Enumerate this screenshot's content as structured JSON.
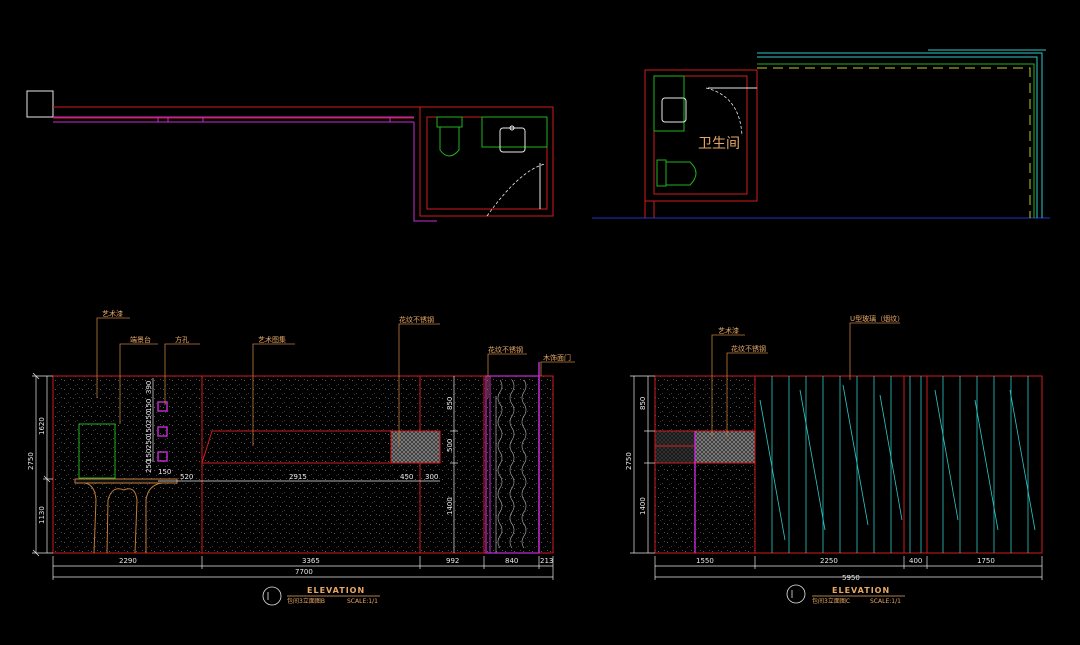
{
  "colors": {
    "background": "#000000",
    "wall_red": "#d01c1c",
    "fixture_green": "#1fb51f",
    "frame_magenta": "#c72bd6",
    "glass_cyan": "#2fc7c7",
    "baseline_blue": "#2035c8",
    "dashed_yellow": "#c8c81e",
    "dimension_white": "#e8e8e8",
    "label_orange": "#e8a865",
    "leader_brown": "#c07c3c",
    "hatch_gray": "#9a9a9a"
  },
  "plan_right": {
    "room_label": "卫生间"
  },
  "elevation_b": {
    "labels": {
      "art_paint": "艺术漆",
      "console": "端景台",
      "square_hole": "方孔",
      "art_pattern": "艺术图集",
      "pattern_steel_1": "花纹不锈钢",
      "pattern_steel_2": "花纹不锈钢",
      "wood_door": "木饰面门"
    },
    "dims_bottom": [
      "2290",
      "3365",
      "992",
      "840",
      "213"
    ],
    "dim_total": "7700",
    "dims_left": [
      "2750",
      "1620",
      "1130"
    ],
    "dims_holes": [
      "390",
      "150",
      "250",
      "150",
      "250",
      "150",
      "250"
    ],
    "dims_mid": [
      "150",
      "520",
      "2915",
      "450",
      "300"
    ],
    "dims_right": [
      "850",
      "500",
      "1400"
    ],
    "title": "ELEVATION",
    "subtitle": "包间3立面图B",
    "scale": "SCALE:1/1"
  },
  "elevation_c": {
    "labels": {
      "art_paint": "艺术漆",
      "pattern_steel": "花纹不锈钢",
      "u_glass": "U型玻璃（烟纹）"
    },
    "dims_bottom": [
      "1550",
      "2250",
      "400",
      "1750"
    ],
    "dim_total": "5950",
    "dims_left": [
      "2750",
      "850",
      "1400"
    ],
    "title": "ELEVATION",
    "subtitle": "包间3立面图C",
    "scale": "SCALE:1/1"
  }
}
